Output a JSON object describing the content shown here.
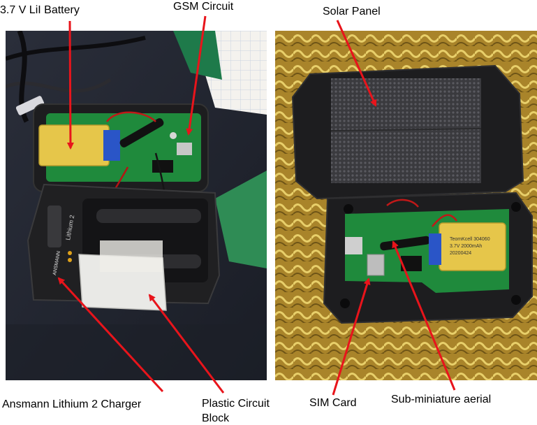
{
  "labels": {
    "battery": "3.7 V LiI Battery",
    "gsm_circuit": "GSM Circuit",
    "solar_panel": "Solar Panel",
    "charger": "Ansmann Lithium 2 Charger",
    "plastic_block_line1": "Plastic Circuit",
    "plastic_block_line2": "Block",
    "sim_card": "SIM Card",
    "aerial": "Sub-miniature aerial"
  },
  "photo_text": {
    "charger_brand": "ANSMANN",
    "charger_model": "Lithium 2",
    "battery_print_1": "TeomKcell 304060",
    "battery_print_2": "3.7V 2000mAh",
    "battery_print_3": "20200424"
  },
  "colors": {
    "arrow": "#e8141b",
    "pcb_green": "#1f8a3c",
    "battery_yellow": "#e6c64a",
    "case_black": "#1d1d1f",
    "gold_foil": "#b08a2a",
    "solar": "#3a3a3e"
  }
}
